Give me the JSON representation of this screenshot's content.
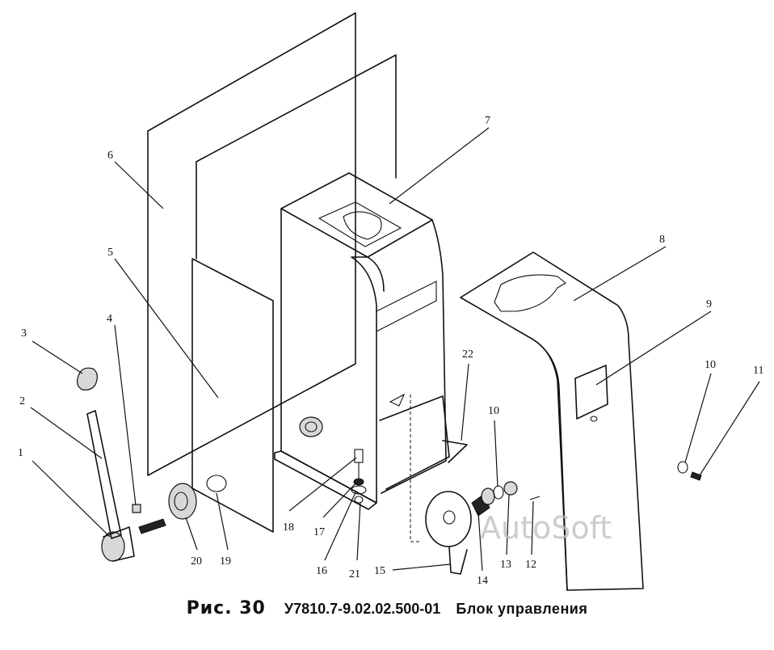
{
  "caption": {
    "figure": "Рис. 30",
    "code": "У7810.7-9.02.02.500-01",
    "title": "Блок управления"
  },
  "watermark": "AutoSoft",
  "callouts": [
    "1",
    "2",
    "3",
    "4",
    "5",
    "6",
    "7",
    "8",
    "9",
    "10",
    "11",
    "12",
    "13",
    "14",
    "15",
    "16",
    "17",
    "18",
    "19",
    "20",
    "21",
    "22"
  ],
  "callouts_repeat": {
    "10b": "10"
  }
}
